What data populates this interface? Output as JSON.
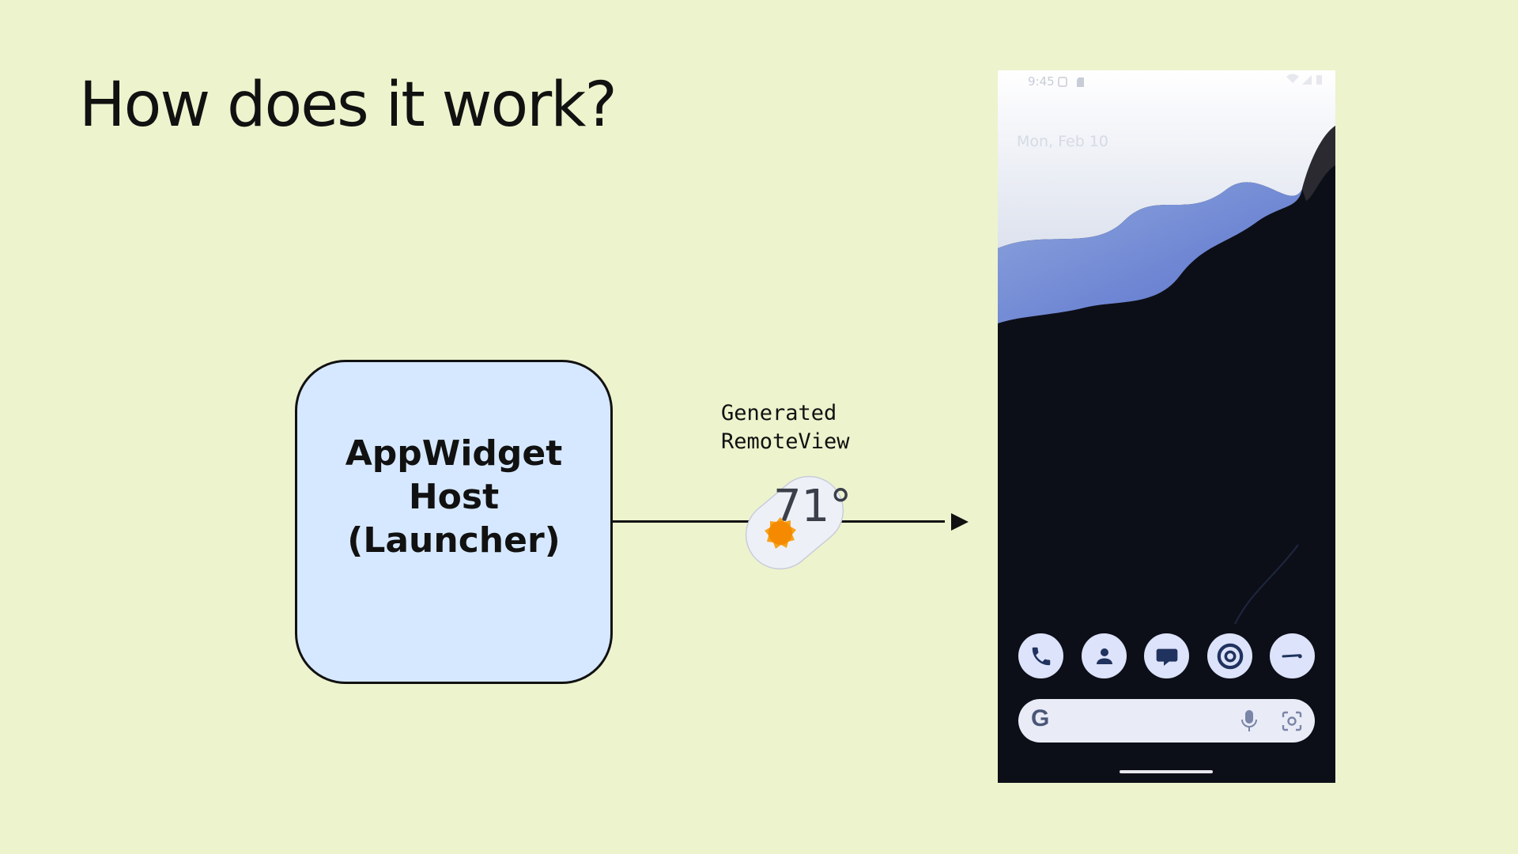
{
  "title": "How does it work?",
  "host_box": {
    "label": "AppWidget\nHost\n(Launcher)"
  },
  "remote_view": {
    "label": "Generated\nRemoteView"
  },
  "widget": {
    "temperature": "71°",
    "icon": "sun-icon"
  },
  "phone": {
    "status_time": "9:45",
    "status_icons": [
      "screenshot-icon",
      "sd-card-icon",
      "wifi-icon",
      "signal-icon",
      "battery-icon"
    ],
    "date": "Mon, Feb 10",
    "dock_icons": [
      "phone-icon",
      "contacts-icon",
      "messages-icon",
      "chrome-icon",
      "more-icon"
    ],
    "search": {
      "logo": "G",
      "icons": [
        "mic-icon",
        "lens-icon"
      ]
    }
  },
  "colors": {
    "background": "#EDF3CD",
    "host_box": "#D6E8FF",
    "dock_icon": "#DCE3FA",
    "sun": "#F89500"
  }
}
